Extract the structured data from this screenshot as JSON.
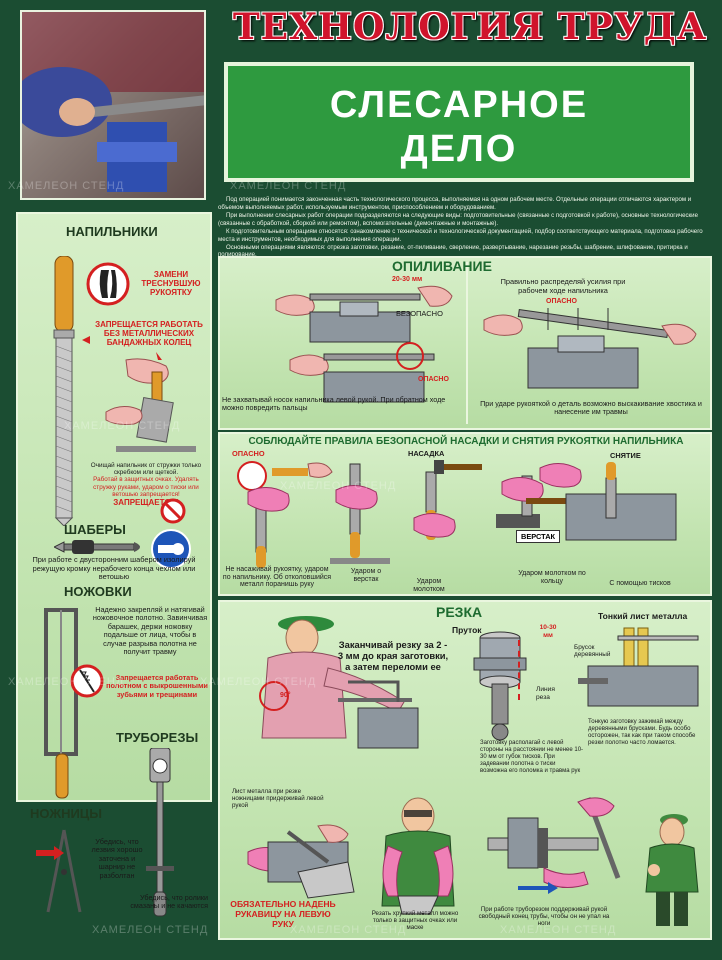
{
  "header": {
    "title": "ТЕХНОЛОГИЯ ТРУДА",
    "subtitle_line1": "СЛЕСАРНОЕ",
    "subtitle_line2": "ДЕЛО"
  },
  "colors": {
    "background": "#1b4d32",
    "banner": "#2e9a3f",
    "title_red": "#d0142c",
    "accent_red": "#d42020"
  },
  "intro": {
    "p1": "Под операцией понимается законченная часть технологического процесса, выполняемая на одном рабочем месте. Отдельные операции отличаются характером и объемом выполняемых работ, используемым инструментом, приспособлением и оборудованием.",
    "p2": "При выполнении слесарных работ операции подразделяются на следующие виды: подготовительные (связанные с подготовкой к работе), основные технологические (связанные с обработкой, сборкой или ремонтом), вспомогательные (демонтажные и монтажные).",
    "p3": "К подготовительным операциям относятся: ознакомление с технической и технологической документацией, подбор соответствующего материала, подготовка рабочего места и инструментов, необходимых для выполнения операции.",
    "p4": "Основными операциями являются: отрезка заготовки, резание, от-пиливание, сверление, развертывание, нарезание резьбы, шабрение, шлифование, притирка и полирование."
  },
  "files": {
    "heading": "НАПИЛЬНИКИ",
    "replace_handle": "ЗАМЕНИ ТРЕСНУВШУЮ РУКОЯТКУ",
    "forbidden": "ЗАПРЕЩАЕТСЯ РАБОТАТЬ БЕЗ МЕТАЛЛИЧЕСКИХ БАНДАЖНЫХ КОЛЕЦ",
    "clean_1": "Очищай напильник от стружки только скребком или щеткой.",
    "clean_2": "Работай в защитных очках. Удалять стружку руками, ударом о тиски или ветошью запрещается!",
    "clean_3": "ЗАПРЕЩАЕТСЯ!"
  },
  "scrapers": {
    "heading": "ШАБЕРЫ",
    "text": "При работе с двусторонним шабером изолируй режущую кромку нерабочего конца чехлом или ветошью"
  },
  "hacksaws": {
    "heading": "НОЖОВКИ",
    "text": "Надежно закрепляй и натягивай ножовочное полотно. Завинчивая барашек, держи ножовку подальше от лица, чтобы в случае разрыва полотна не получит травму",
    "warning": "Запрещается работать полотном с выкрошенными зубьями и трещинами"
  },
  "pipe_cutters": {
    "heading": "ТРУБОРЕЗЫ",
    "text": "Убедись, что ролики смазаны и не качаются"
  },
  "scissors": {
    "heading": "НОЖНИЦЫ",
    "text": "Убедись, что лезвия хорошо заточена и шарнир не разболтан"
  },
  "filing": {
    "heading": "ОПИЛИВАНИЕ",
    "dim": "20-30 мм",
    "safe": "БЕЗОПАСНО",
    "danger": "ОПАСНО",
    "note_left": "Не захватывай носок напильника левой рукой. При обратном ходе можно повредить пальцы",
    "note_top_right": "Правильно распределяй усилия при рабочем ходе напильника",
    "danger_right": "ОПАСНО",
    "note_bottom_right": "При ударе рукояткой о деталь возможно выскакивание хвостика и нанесение им травмы"
  },
  "handle": {
    "heading": "СОБЛЮДАЙТЕ ПРАВИЛА БЕЗОПАСНОЙ НАСАДКИ И СНЯТИЯ РУКОЯТКИ НАПИЛЬНИКА",
    "danger": "ОПАСНО",
    "mounting": "НАСАДКА",
    "removal": "СНЯТИЕ",
    "bench": "ВЕРСТАК",
    "cap1": "Не насаживай рукоятку, ударом по напильнику. Об отколовшийся металл поранишь руку",
    "cap2": "Ударом о верстак",
    "cap3": "Ударом молотком",
    "cap4": "Ударом молотком по кольцу",
    "cap5": "С помощью тисков"
  },
  "cutting": {
    "heading": "РЕЗКА",
    "rod": "Пруток",
    "rod_dim": "10-30 мм",
    "sheet": "Тонкий лист металла",
    "finish_cut": "Заканчивай резку за 2 - 3 мм до края заготовки, а затем переломи ее",
    "angle": "90°",
    "cut_line": "Линия реза",
    "blank_note": "Заготовку располагай с левой стороны на расстоянии не менее 10-30 мм от губок тисков. При задевании полотна о тиски возможна его поломка и травма рук",
    "wood_bar": "Брусок деревянный",
    "thin_note": "Тонкую заготовку зажимай между деревянными брусками. Будь особо осторожен, так как при таком способе резки полотно часто ломается.",
    "sheet_note": "Лист металла при резке ножницами придерживай левой рукой",
    "glove_warn": "ОБЯЗАТЕЛЬНО НАДЕНЬ РУКАВИЦУ НА ЛЕВУЮ РУКУ",
    "brittle_note": "Резать хрупкий металл можно только в защитных очках или маске",
    "pipe_note": "При работе труборезом поддерживай рукой свободный конец трубы, чтобы он не упал на ноги"
  },
  "watermark": "ХАМЕЛЕОН СТЕНД"
}
